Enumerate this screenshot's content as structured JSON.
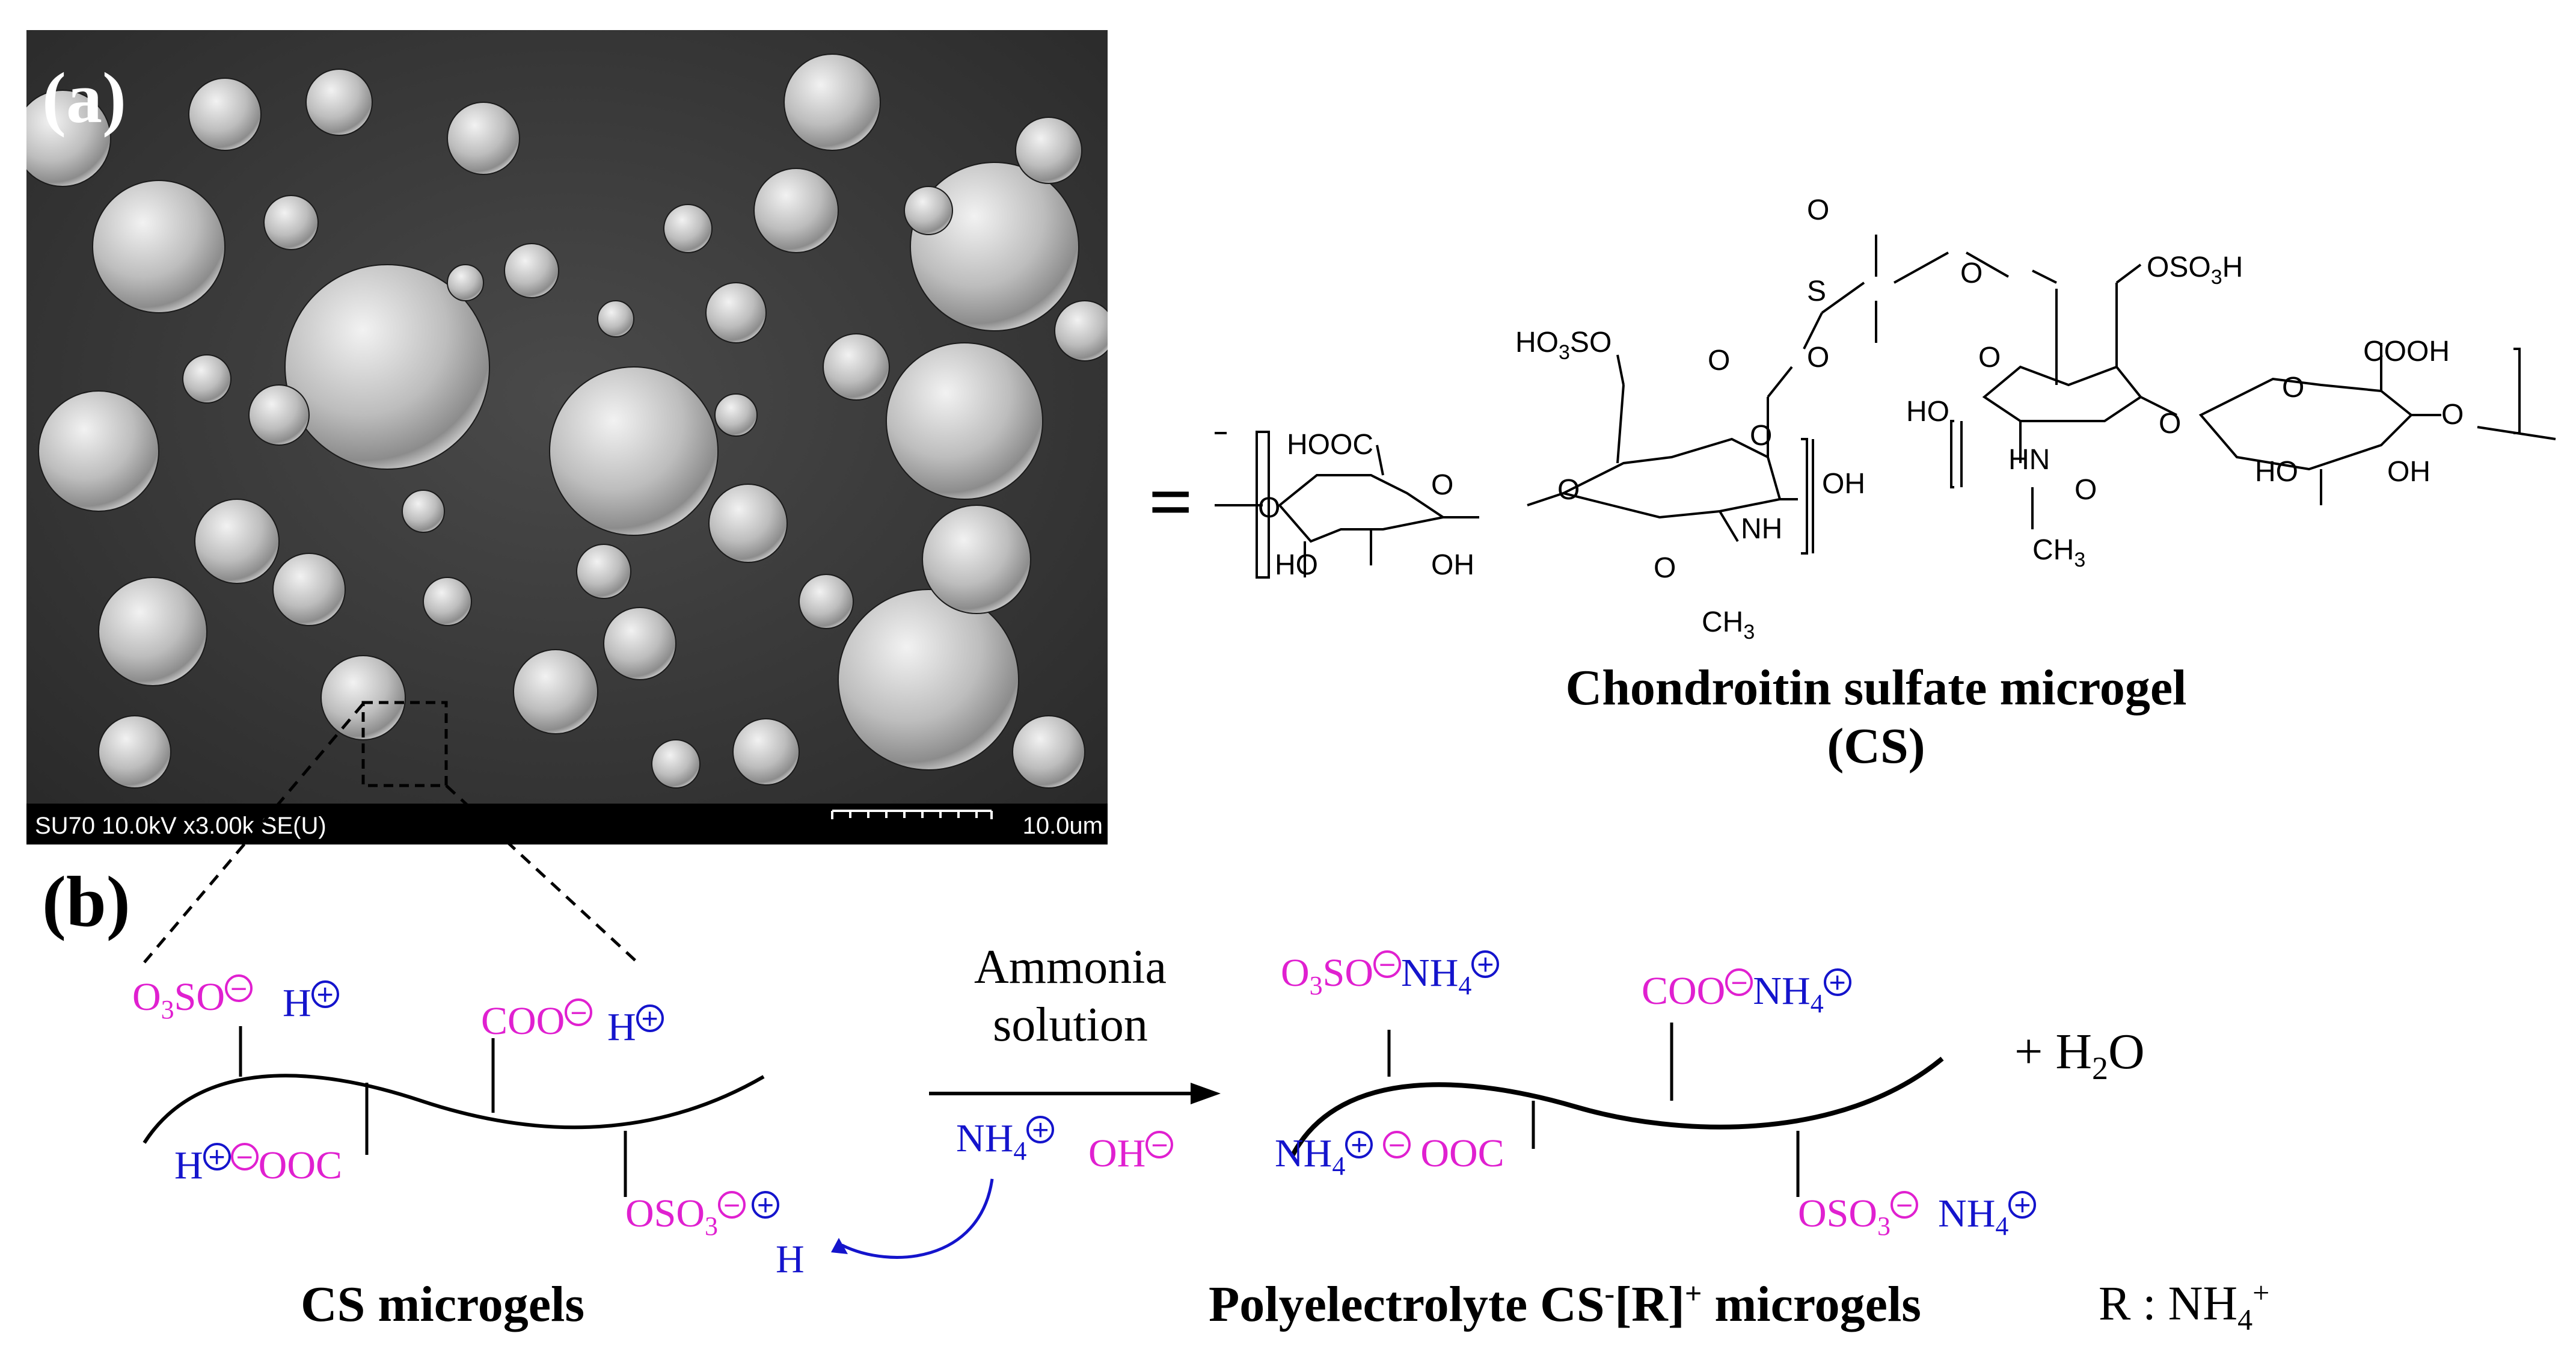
{
  "panel_a": {
    "label": "(a)",
    "sem_info": "SU70 10.0kV x3.00k SE(U)",
    "scale_bar": "10.0um",
    "equals": "=",
    "structure_atoms": {
      "so2_o_top": "O",
      "so2_s": "S",
      "so2_o_bottom": "O",
      "ether_o1": "O",
      "ether_o2": "O",
      "oso3h": "OSO",
      "oso3h_sub": "3",
      "oso3h_end": "H",
      "ho3so": "HO",
      "ho3so_sub": "3",
      "ho3so_end": "SO",
      "hooc": "HOOC",
      "cooh": "COOH",
      "ring_o1": "O",
      "ring_o2": "O",
      "ring_o3": "O",
      "ring_o4": "O",
      "link_o1": "O",
      "link_o2": "O",
      "link_o3": "O",
      "link_o4": "O",
      "ho_1": "HO",
      "oh_1": "OH",
      "nh_1": "NH",
      "o_1": "O",
      "ch3_1": "CH",
      "ch3_1_sub": "3",
      "oh_end": "OH",
      "ho_mid": "HO",
      "hn_2": "HN",
      "o_2": "O",
      "ch3_2": "CH",
      "ch3_2_sub": "3",
      "ho_2": "HO",
      "oh_2": "OH"
    },
    "title_line1": "Chondroitin sulfate microgel",
    "title_line2": "(CS)"
  },
  "panel_b": {
    "label": "(b)",
    "left": {
      "o3so": "O",
      "o3so_sub": "3",
      "o3so_end": "SO",
      "h1": "H",
      "coo": "COO",
      "h2": "H",
      "h3": "H",
      "ooc": "OOC",
      "oso3": "OSO",
      "oso3_sub": "3",
      "h4": "H",
      "minus": "−",
      "plus": "+",
      "caption": "CS microgels"
    },
    "arrow": {
      "line1": "Ammonia",
      "line2": "solution",
      "nh4": "NH",
      "nh4_sub": "4",
      "oh": "OH"
    },
    "right": {
      "o3so": "O",
      "o3so_sub": "3",
      "o3so_end": "SO",
      "nh4": "NH",
      "nh4_sub": "4",
      "coo": "COO",
      "ooc": "OOC",
      "oso3": "OSO",
      "oso3_sub": "3",
      "caption_pre": "Polyelectrolyte CS",
      "caption_sup1": "-",
      "caption_mid": "[R]",
      "caption_sup2": "+",
      "caption_post": " microgels",
      "r_def": "R : NH",
      "r_sub": "4",
      "r_sup": "+"
    },
    "water": "+ H",
    "water_sub": "2",
    "water_end": "O"
  },
  "colors": {
    "anion": "#e020d0",
    "cation": "#1414cc",
    "curved_arrow": "#1414cc"
  }
}
